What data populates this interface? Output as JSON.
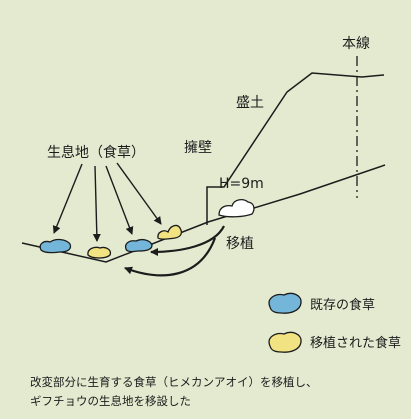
{
  "labels": {
    "mainline": "本線",
    "embankment": "盛土",
    "retaining_wall": "擁壁",
    "height": "H=9m",
    "habitat": "生息地（食草）",
    "transplant": "移植"
  },
  "legend": {
    "existing": "既存の食草",
    "transplanted": "移植された食草"
  },
  "caption": {
    "line1": "改変部分に生育する食草（ヒメカンアオイ）を移植し、",
    "line2": "ギフチョウの生息地を移設した"
  },
  "colors": {
    "panel_bg": "#e3ead0",
    "existing_blob": "#74b6da",
    "transplanted_blob": "#f1e282",
    "white_blob": "#ffffff",
    "ink": "#1c1c1c"
  }
}
